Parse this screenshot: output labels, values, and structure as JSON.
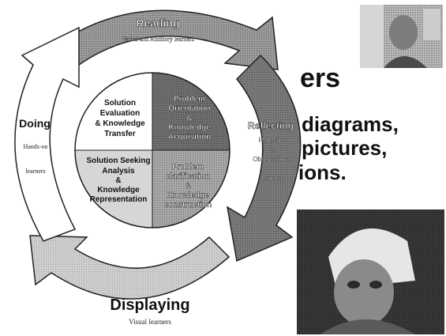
{
  "slide": {
    "partial_title": "ers",
    "bullet_fragments": [
      "diagrams,",
      "pictures,",
      "ions."
    ]
  },
  "cycle": {
    "reading": {
      "title": "Reading",
      "subtitle": "Verbal and Auditory learners"
    },
    "reflecting": {
      "title": "Reflecting",
      "subtitle_lines": [
        "Reflective",
        "&",
        "Observational",
        "learners"
      ]
    },
    "displaying": {
      "title": "Displaying",
      "subtitle": "Visual learners"
    },
    "doing": {
      "title": "Doing",
      "subtitle_lines": [
        "Hands-on",
        "learners"
      ]
    }
  },
  "quadrants": {
    "top_left": [
      "Solution",
      "Evaluation",
      "& Knowledge",
      "Transfer"
    ],
    "top_right": [
      "Problem",
      "Orientation",
      "&",
      "Knowledge",
      "Acquisition"
    ],
    "bottom_left": [
      "Solution Seeking",
      "Analysis",
      "&",
      "Knowledge",
      "Representation"
    ],
    "bottom_right": [
      "Problem",
      "clarification",
      "&",
      "Knowledge",
      "construction"
    ]
  },
  "colors": {
    "reading": "#9a9a9a",
    "reflecting": "#7a7a7a",
    "displaying": "#cfcfcf",
    "doing": "#ffffff",
    "q_top_left": "#ffffff",
    "q_top_right": "#6e6e6e",
    "q_bottom_left": "#d6d6d6",
    "q_bottom_right": "#a8a8a8"
  },
  "images": {
    "top_photo": "person-photo",
    "bottom_photo": "pilot-photo"
  }
}
